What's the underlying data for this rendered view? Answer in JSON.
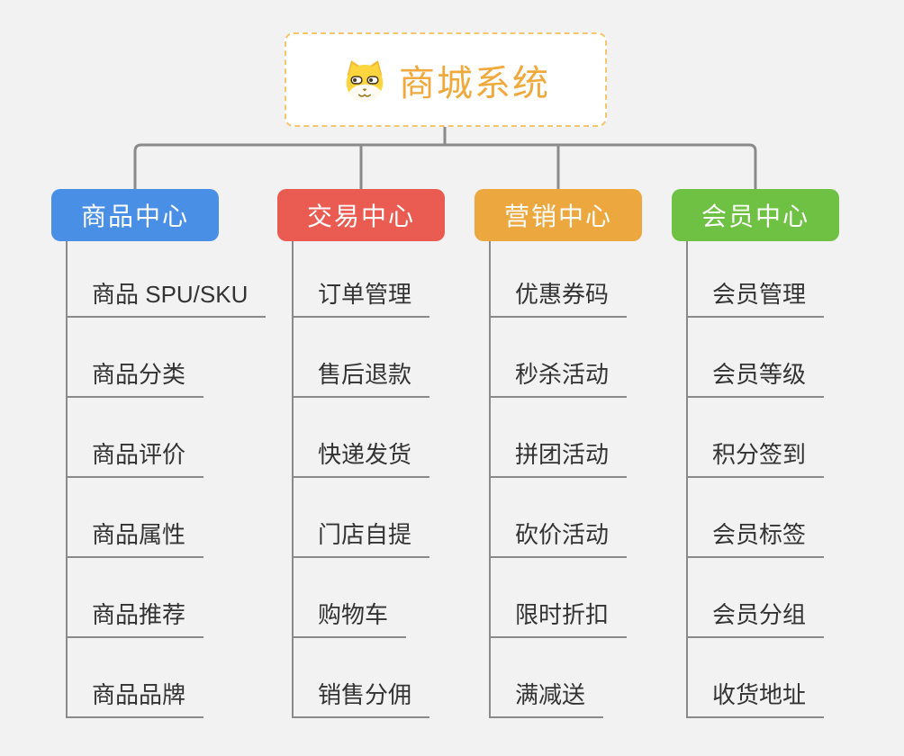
{
  "root": {
    "title": "商城系统",
    "icon": "shiba-dog-icon",
    "title_color": "#f0a93c",
    "border_color": "#f3c66f"
  },
  "connector_color": "#8a8a8a",
  "leaf_text_color": "#333333",
  "background_color": "#f2f2f2",
  "columns": [
    {
      "label": "商品中心",
      "color": "#4a8fe6",
      "items": [
        "商品 SPU/SKU",
        "商品分类",
        "商品评价",
        "商品属性",
        "商品推荐",
        "商品品牌"
      ]
    },
    {
      "label": "交易中心",
      "color": "#ea5b52",
      "items": [
        "订单管理",
        "售后退款",
        "快递发货",
        "门店自提",
        "购物车",
        "销售分佣"
      ]
    },
    {
      "label": "营销中心",
      "color": "#eca73e",
      "items": [
        "优惠券码",
        "秒杀活动",
        "拼团活动",
        "砍价活动",
        "限时折扣",
        "满减送"
      ]
    },
    {
      "label": "会员中心",
      "color": "#6ec143",
      "items": [
        "会员管理",
        "会员等级",
        "积分签到",
        "会员标签",
        "会员分组",
        "收货地址"
      ]
    }
  ]
}
